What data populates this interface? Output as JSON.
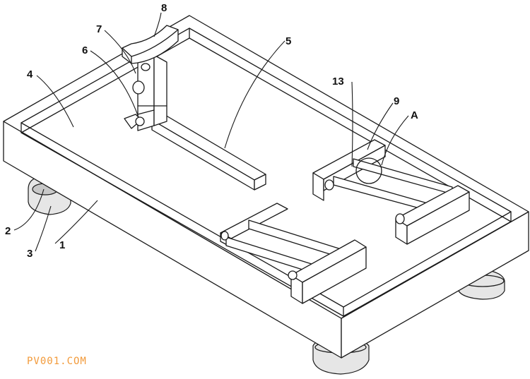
{
  "labels": {
    "l1": "1",
    "l2": "2",
    "l3": "3",
    "l4": "4",
    "l5": "5",
    "l6": "6",
    "l7": "7",
    "l8": "8",
    "l9": "9",
    "l13": "13",
    "lA": "A"
  },
  "watermark": "PV001.COM"
}
